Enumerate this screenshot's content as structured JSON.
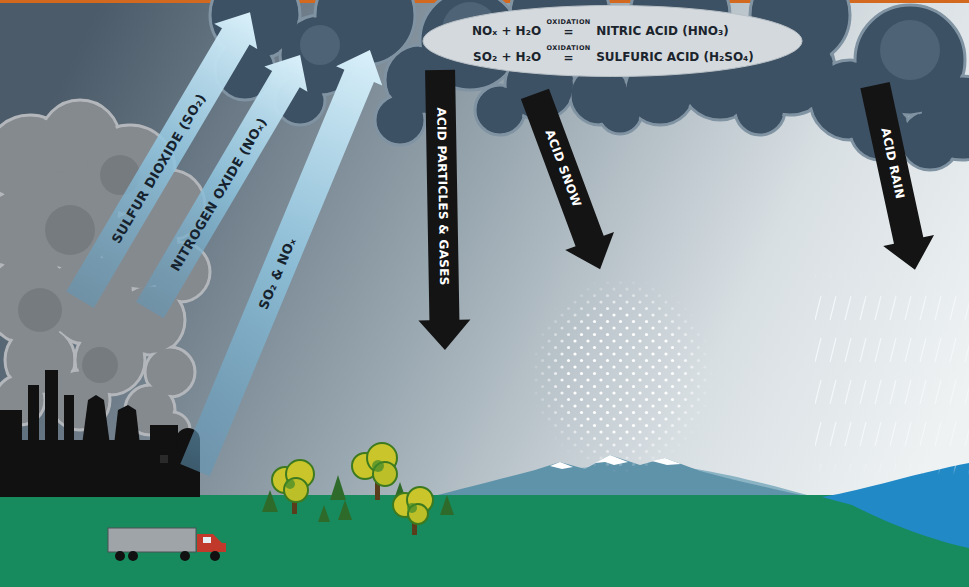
{
  "diagram": {
    "nodes": [
      {
        "text": [
          "NOₓ + H₂O",
          "OXIDATION",
          "=",
          "NITRIC ACID (HNO₃)",
          "SO₂ + H₂O",
          "OXIDATION",
          "=",
          "SULFURIC ACID (H₂SO₄)"
        ]
      }
    ],
    "labels": [
      "SULFUR DIOXIDE (SO₂)",
      "NITROGEN OXIDE (NOₓ)",
      "SO₂ & NOₓ",
      "ACID PARTICLES & GASES",
      "ACID SNOW",
      "ACID RAIN"
    ]
  }
}
